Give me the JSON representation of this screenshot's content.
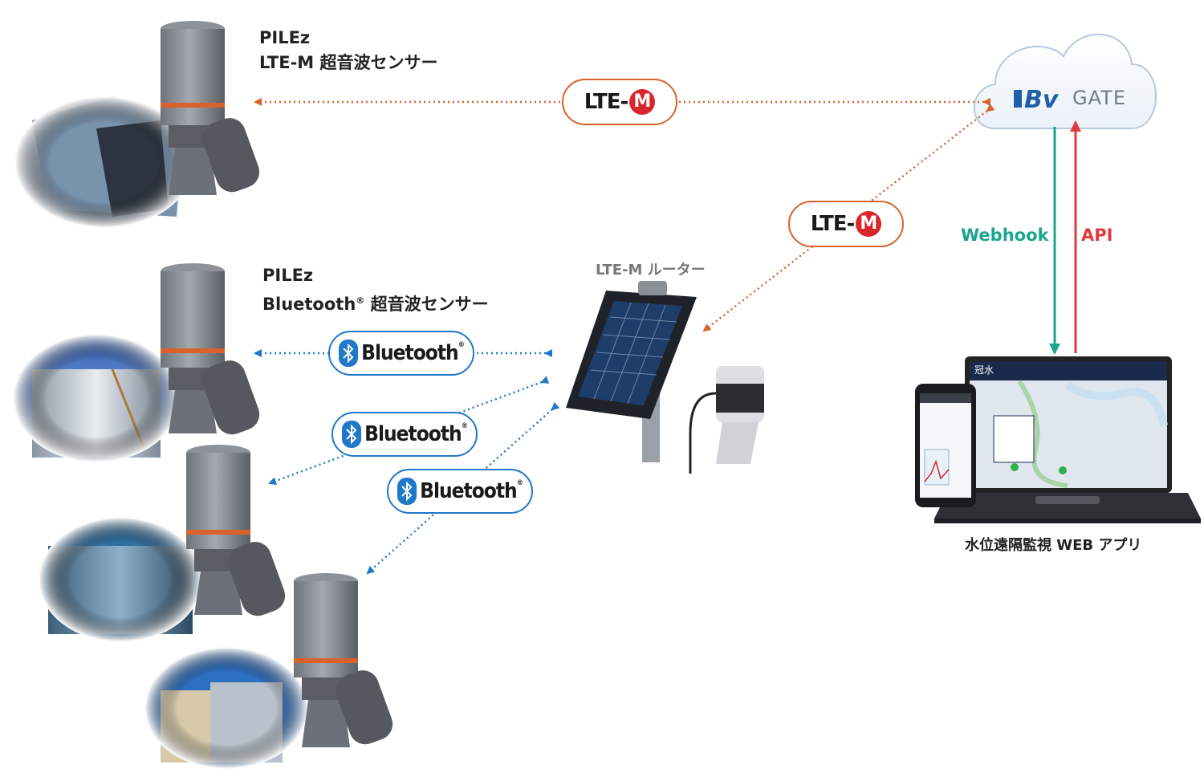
{
  "sensors": {
    "lte": {
      "name": "PILEz",
      "desc": "LTE-M 超音波センサー"
    },
    "bt": {
      "name": "PILEz",
      "desc_prefix": "Bluetooth",
      "reg": "®",
      "desc_suffix": " 超音波センサー"
    }
  },
  "router": {
    "label": "LTE-M ルーター"
  },
  "cloud": {
    "label": "GATE"
  },
  "badges": {
    "lte_text": "LTE-",
    "lte_m": "M",
    "bt_text": "Bluetooth",
    "bt_reg": "®"
  },
  "arrows": {
    "webhook": "Webhook",
    "api": "API"
  },
  "app": {
    "caption": "水位遠隔監視 WEB アプリ",
    "screen_title": "冠水"
  },
  "colors": {
    "lte_orange": "#d9612a",
    "bluetooth_blue": "#1f78c8",
    "webhook_teal": "#1aa58f",
    "api_red": "#e03a3e"
  }
}
